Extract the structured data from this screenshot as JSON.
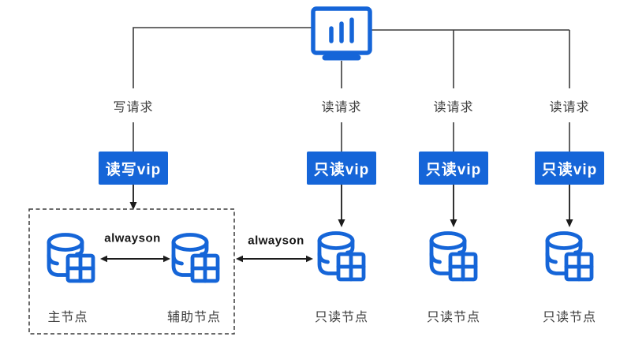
{
  "diagram": {
    "client_icon": "monitor-chart-icon",
    "node_icon": "database-table-icon",
    "columns": [
      {
        "request": "写请求",
        "vip": "读写vip"
      },
      {
        "request": "读请求",
        "vip": "只读vip"
      },
      {
        "request": "读请求",
        "vip": "只读vip"
      },
      {
        "request": "读请求",
        "vip": "只读vip"
      }
    ],
    "cluster": {
      "primary_label": "主节点",
      "secondary_label": "辅助节点",
      "sync_inner": "alwayson",
      "sync_outer": "alwayson"
    },
    "readonly_labels": [
      "只读节点",
      "只读节点",
      "只读节点"
    ],
    "colors": {
      "blue": "#1565d8",
      "line": "#3c3c3c",
      "arrow": "#1c1c1c",
      "text": "#3d3d3d",
      "vip_text": "#ffffff"
    }
  }
}
